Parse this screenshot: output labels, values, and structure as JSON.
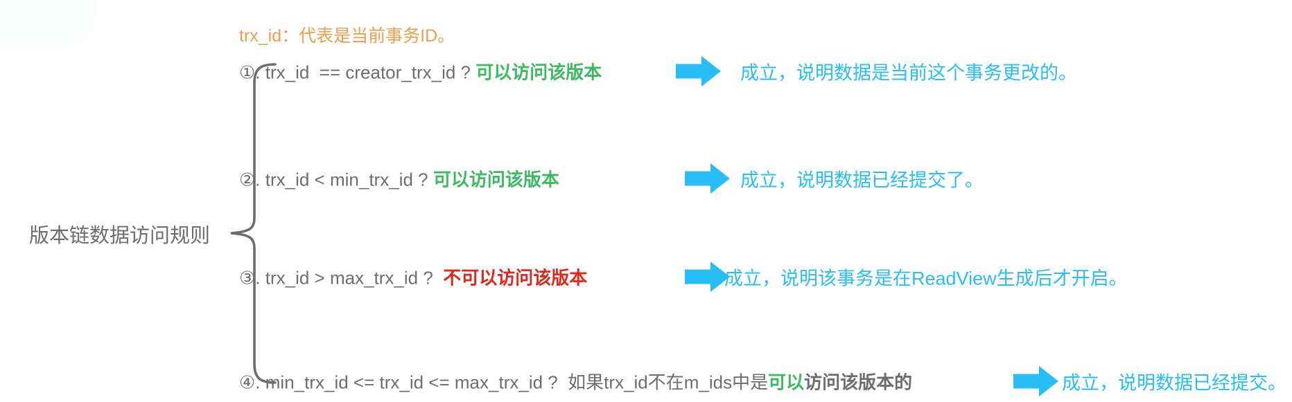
{
  "note": {
    "text": "trx_id：代表是当前事务ID。"
  },
  "title": "版本链数据访问规则",
  "rules": [
    {
      "statement": "①. trx_id  == creator_trx_id ? ",
      "verdict": "可以访问该版本",
      "verdict_color": "#3cb963",
      "suffix": "",
      "result": "成立，说明数据是当前这个事务更改的。"
    },
    {
      "statement": "②. trx_id < min_trx_id ? ",
      "verdict": "可以访问该版本",
      "verdict_color": "#3cb963",
      "suffix": "",
      "result": "成立，说明数据已经提交了。"
    },
    {
      "statement": "③. trx_id > max_trx_id ?  ",
      "verdict": "不可以访问该版本",
      "verdict_color": "#e0261f",
      "suffix": "",
      "result": "成立，说明该事务是在ReadView生成后才开启。"
    },
    {
      "statement": "④. min_trx_id <= trx_id <= max_trx_id ?  如果trx_id不在m_ids中是",
      "verdict": "可以",
      "verdict_color": "#3cb963",
      "suffix": "访问该版本的",
      "result": "成立，说明数据已经提交。"
    }
  ],
  "colors": {
    "text_gray": "#6d6d6d",
    "note_orange": "#ee9d4d",
    "allow_green": "#3cb963",
    "deny_red": "#e0261f",
    "result_cyan": "#29bdf5",
    "arrow_cyan": "#29bdf5"
  },
  "icons": {
    "brace": "left-curly-brace",
    "arrow": "right-block-arrow"
  }
}
